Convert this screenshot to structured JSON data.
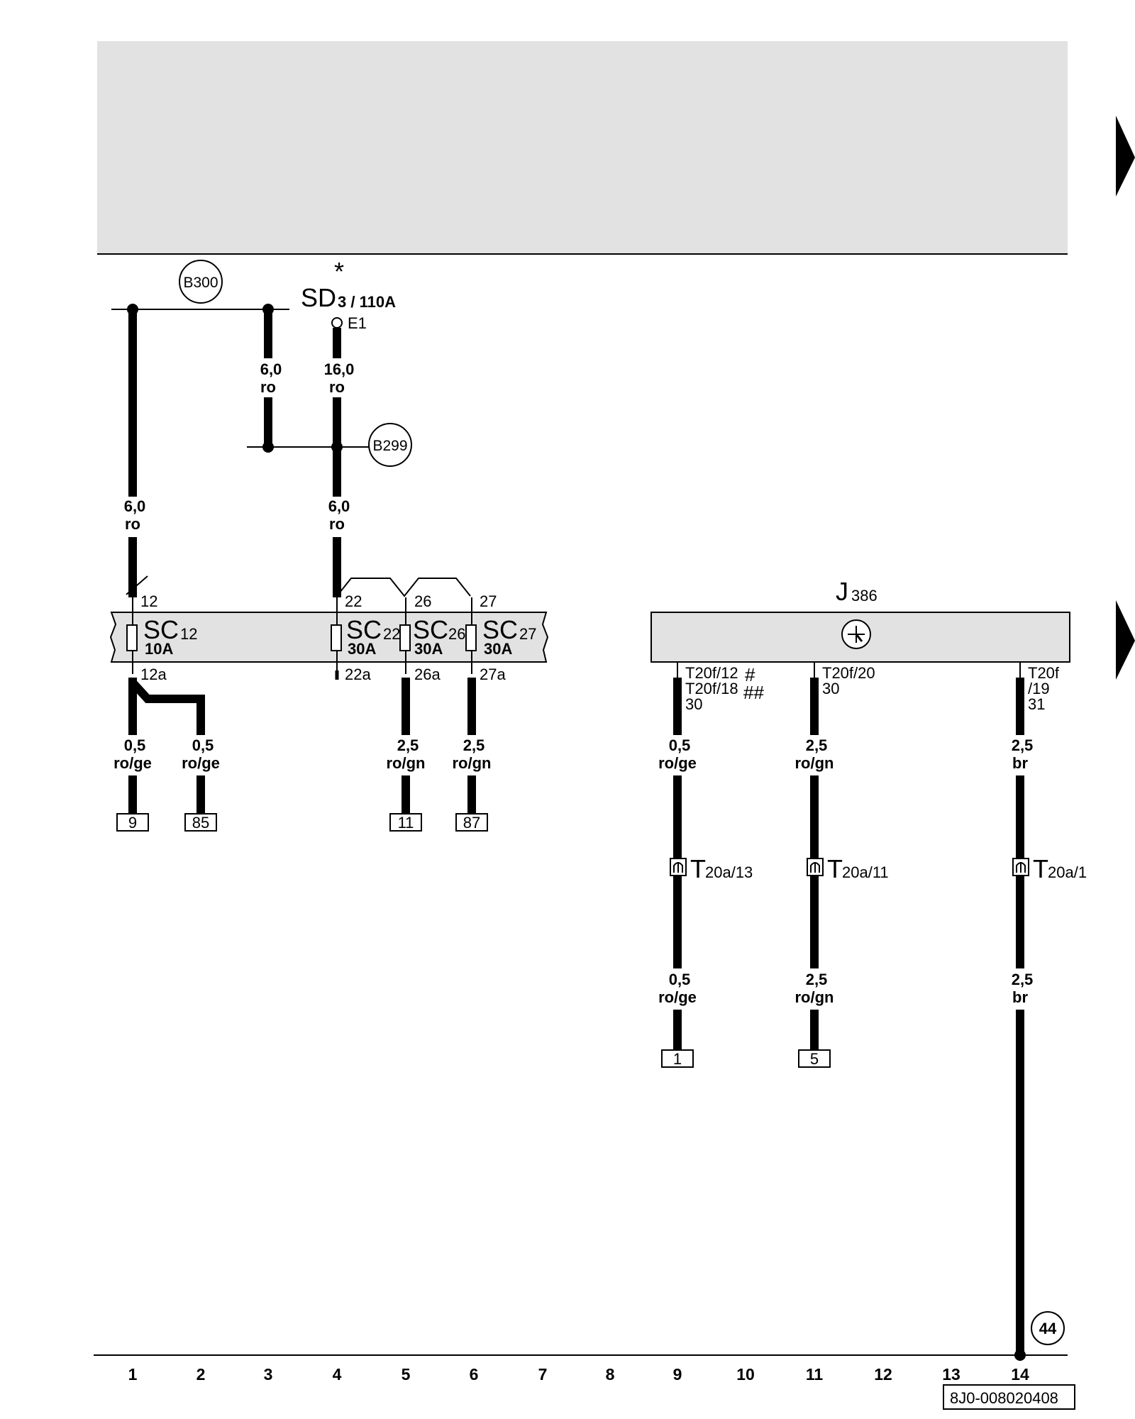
{
  "header_band": {
    "color": "#e2e2e2"
  },
  "nav_arrows": [
    {
      "icon": "next-page-arrow"
    },
    {
      "icon": "next-page-arrow"
    }
  ],
  "sd": {
    "star": "*",
    "name": "SD",
    "sub": "3 / 110A",
    "terminal": "E1"
  },
  "connectors": {
    "b300": "B300",
    "b299": "B299",
    "ref44": "44"
  },
  "fuse_box": {
    "fuses": [
      {
        "name": "SC",
        "num": "12",
        "rating": "10A",
        "in": "12",
        "out": "12a"
      },
      {
        "name": "SC",
        "num": "22",
        "rating": "30A",
        "in": "22",
        "out": "22a"
      },
      {
        "name": "SC",
        "num": "26",
        "rating": "30A",
        "in": "26",
        "out": "26a"
      },
      {
        "name": "SC",
        "num": "27",
        "rating": "30A",
        "in": "27",
        "out": "27a"
      }
    ]
  },
  "relay": {
    "name": "J",
    "num": "386",
    "icon": "relay-symbol-icon",
    "pins": [
      {
        "line1": "T20f/12",
        "line2": "T20f/18",
        "line3": "30",
        "mark1": "#",
        "mark2": "##"
      },
      {
        "line1": "T20f/20",
        "line2": "30"
      },
      {
        "line1": "T20f",
        "line2": "/19",
        "line3": "31"
      }
    ]
  },
  "wires": [
    {
      "size": "6,0",
      "color": "ro"
    },
    {
      "size": "6,0",
      "color": "ro"
    },
    {
      "size": "16,0",
      "color": "ro"
    },
    {
      "size": "6,0",
      "color": "ro"
    },
    {
      "size": "0,5",
      "color": "ro/ge"
    },
    {
      "size": "0,5",
      "color": "ro/ge"
    },
    {
      "size": "2,5",
      "color": "ro/gn"
    },
    {
      "size": "2,5",
      "color": "ro/gn"
    },
    {
      "size": "0,5",
      "color": "ro/ge"
    },
    {
      "size": "2,5",
      "color": "ro/gn"
    },
    {
      "size": "2,5",
      "color": "br"
    },
    {
      "size": "0,5",
      "color": "ro/ge"
    },
    {
      "size": "2,5",
      "color": "ro/gn"
    },
    {
      "size": "2,5",
      "color": "br"
    }
  ],
  "plugs": [
    {
      "name": "T",
      "sub": "20a/13"
    },
    {
      "name": "T",
      "sub": "20a/11"
    },
    {
      "name": "T",
      "sub": "20a/1"
    }
  ],
  "terminals": [
    "9",
    "85",
    "11",
    "87",
    "1",
    "5"
  ],
  "columns": [
    "1",
    "2",
    "3",
    "4",
    "5",
    "6",
    "7",
    "8",
    "9",
    "10",
    "11",
    "12",
    "13",
    "14"
  ],
  "doc_number": "8J0-008020408"
}
